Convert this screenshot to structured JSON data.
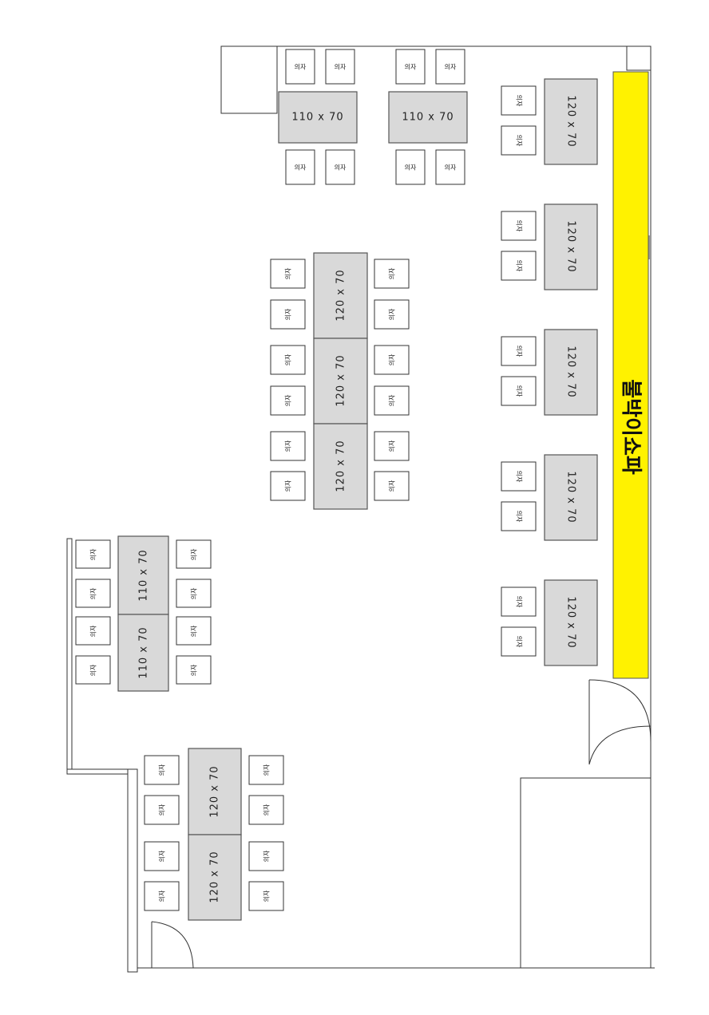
{
  "tables": {
    "size_110x70": "110 x 70",
    "size_120x70": "120 x 70"
  },
  "chair_label": "의자",
  "counter_label": "불박이쇼파",
  "colors": {
    "table_fill": "#d9d9d9",
    "counter_fill": "#fff200",
    "wall": "#333333"
  }
}
